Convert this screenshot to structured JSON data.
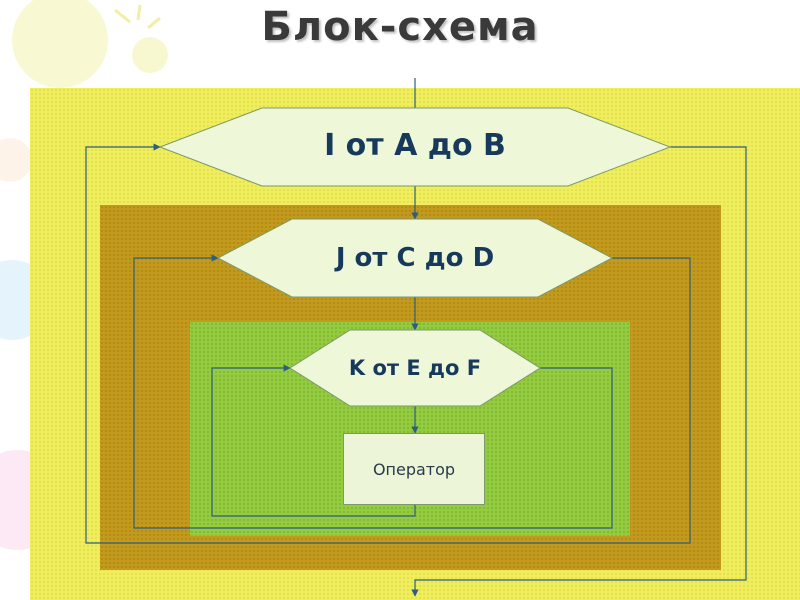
{
  "slide": {
    "title": "Блок-схема"
  },
  "diagram": {
    "loop_outer": "I от A до B",
    "loop_middle": "J от C до D",
    "loop_inner": "K от E до F",
    "operator": "Оператор"
  },
  "colors": {
    "outer_bg": "#f0ee5a",
    "middle_bg": "#c49a1c",
    "inner_bg": "#93cc3e",
    "shape_fill": "#eef7d8",
    "connector": "#2e5e7e",
    "text": "#173a5c"
  }
}
